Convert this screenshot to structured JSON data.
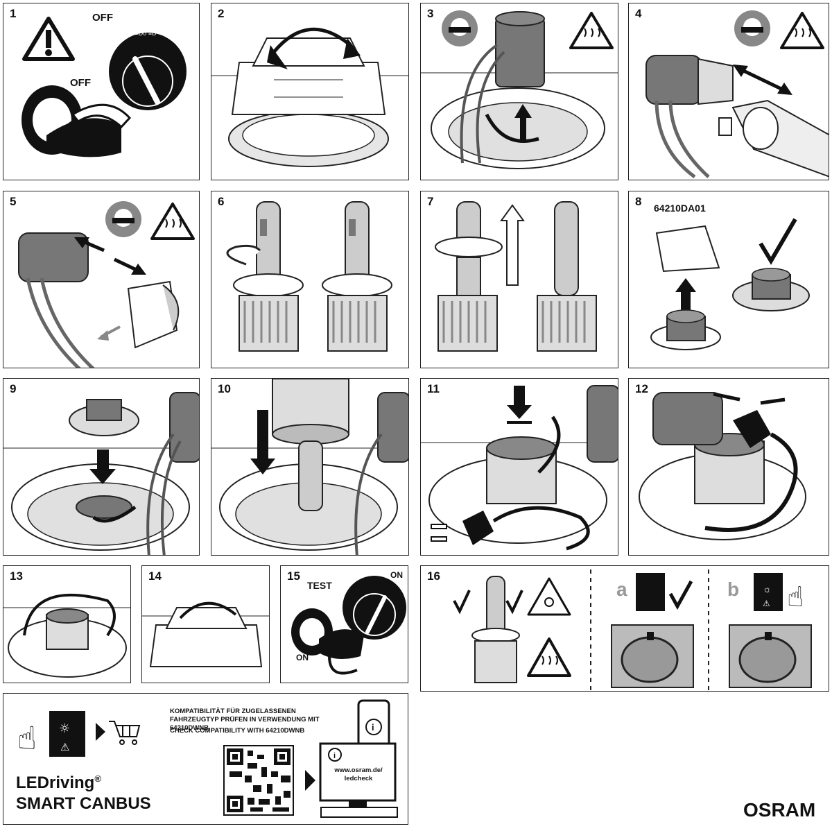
{
  "steps": {
    "s1": {
      "num": "1",
      "off_a": "OFF",
      "off_b": "OFF"
    },
    "s2": {
      "num": "2"
    },
    "s3": {
      "num": "3"
    },
    "s4": {
      "num": "4"
    },
    "s5": {
      "num": "5"
    },
    "s6": {
      "num": "6"
    },
    "s7": {
      "num": "7"
    },
    "s8": {
      "num": "8",
      "part": "64210DA01"
    },
    "s9": {
      "num": "9"
    },
    "s10": {
      "num": "10"
    },
    "s11": {
      "num": "11"
    },
    "s12": {
      "num": "12"
    },
    "s13": {
      "num": "13"
    },
    "s14": {
      "num": "14"
    },
    "s15": {
      "num": "15",
      "test": "TEST",
      "on_a": "ON",
      "on_b": "ON"
    },
    "s16": {
      "num": "16",
      "a": "a",
      "b": "b"
    }
  },
  "footer": {
    "compat_de": "KOMPATIBILITÄT FÜR ZUGELASSENEN FAHRZEUGTYP PRÜFEN IN VERWENDUNG MIT 64210DWNB",
    "compat_en": "CHECK COMPATIBILITY WITH 64210DWNB",
    "product_line1": "LEDriving",
    "product_reg": "®",
    "product_line2": "SMART CANBUS",
    "url_line1": "www.osram.de/",
    "url_line2": "ledcheck",
    "brand": "OSRAM"
  },
  "colors": {
    "line": "#222222",
    "grey": "#8a8a8a",
    "light": "#d9d9d9",
    "dark": "#1a1a1a"
  }
}
